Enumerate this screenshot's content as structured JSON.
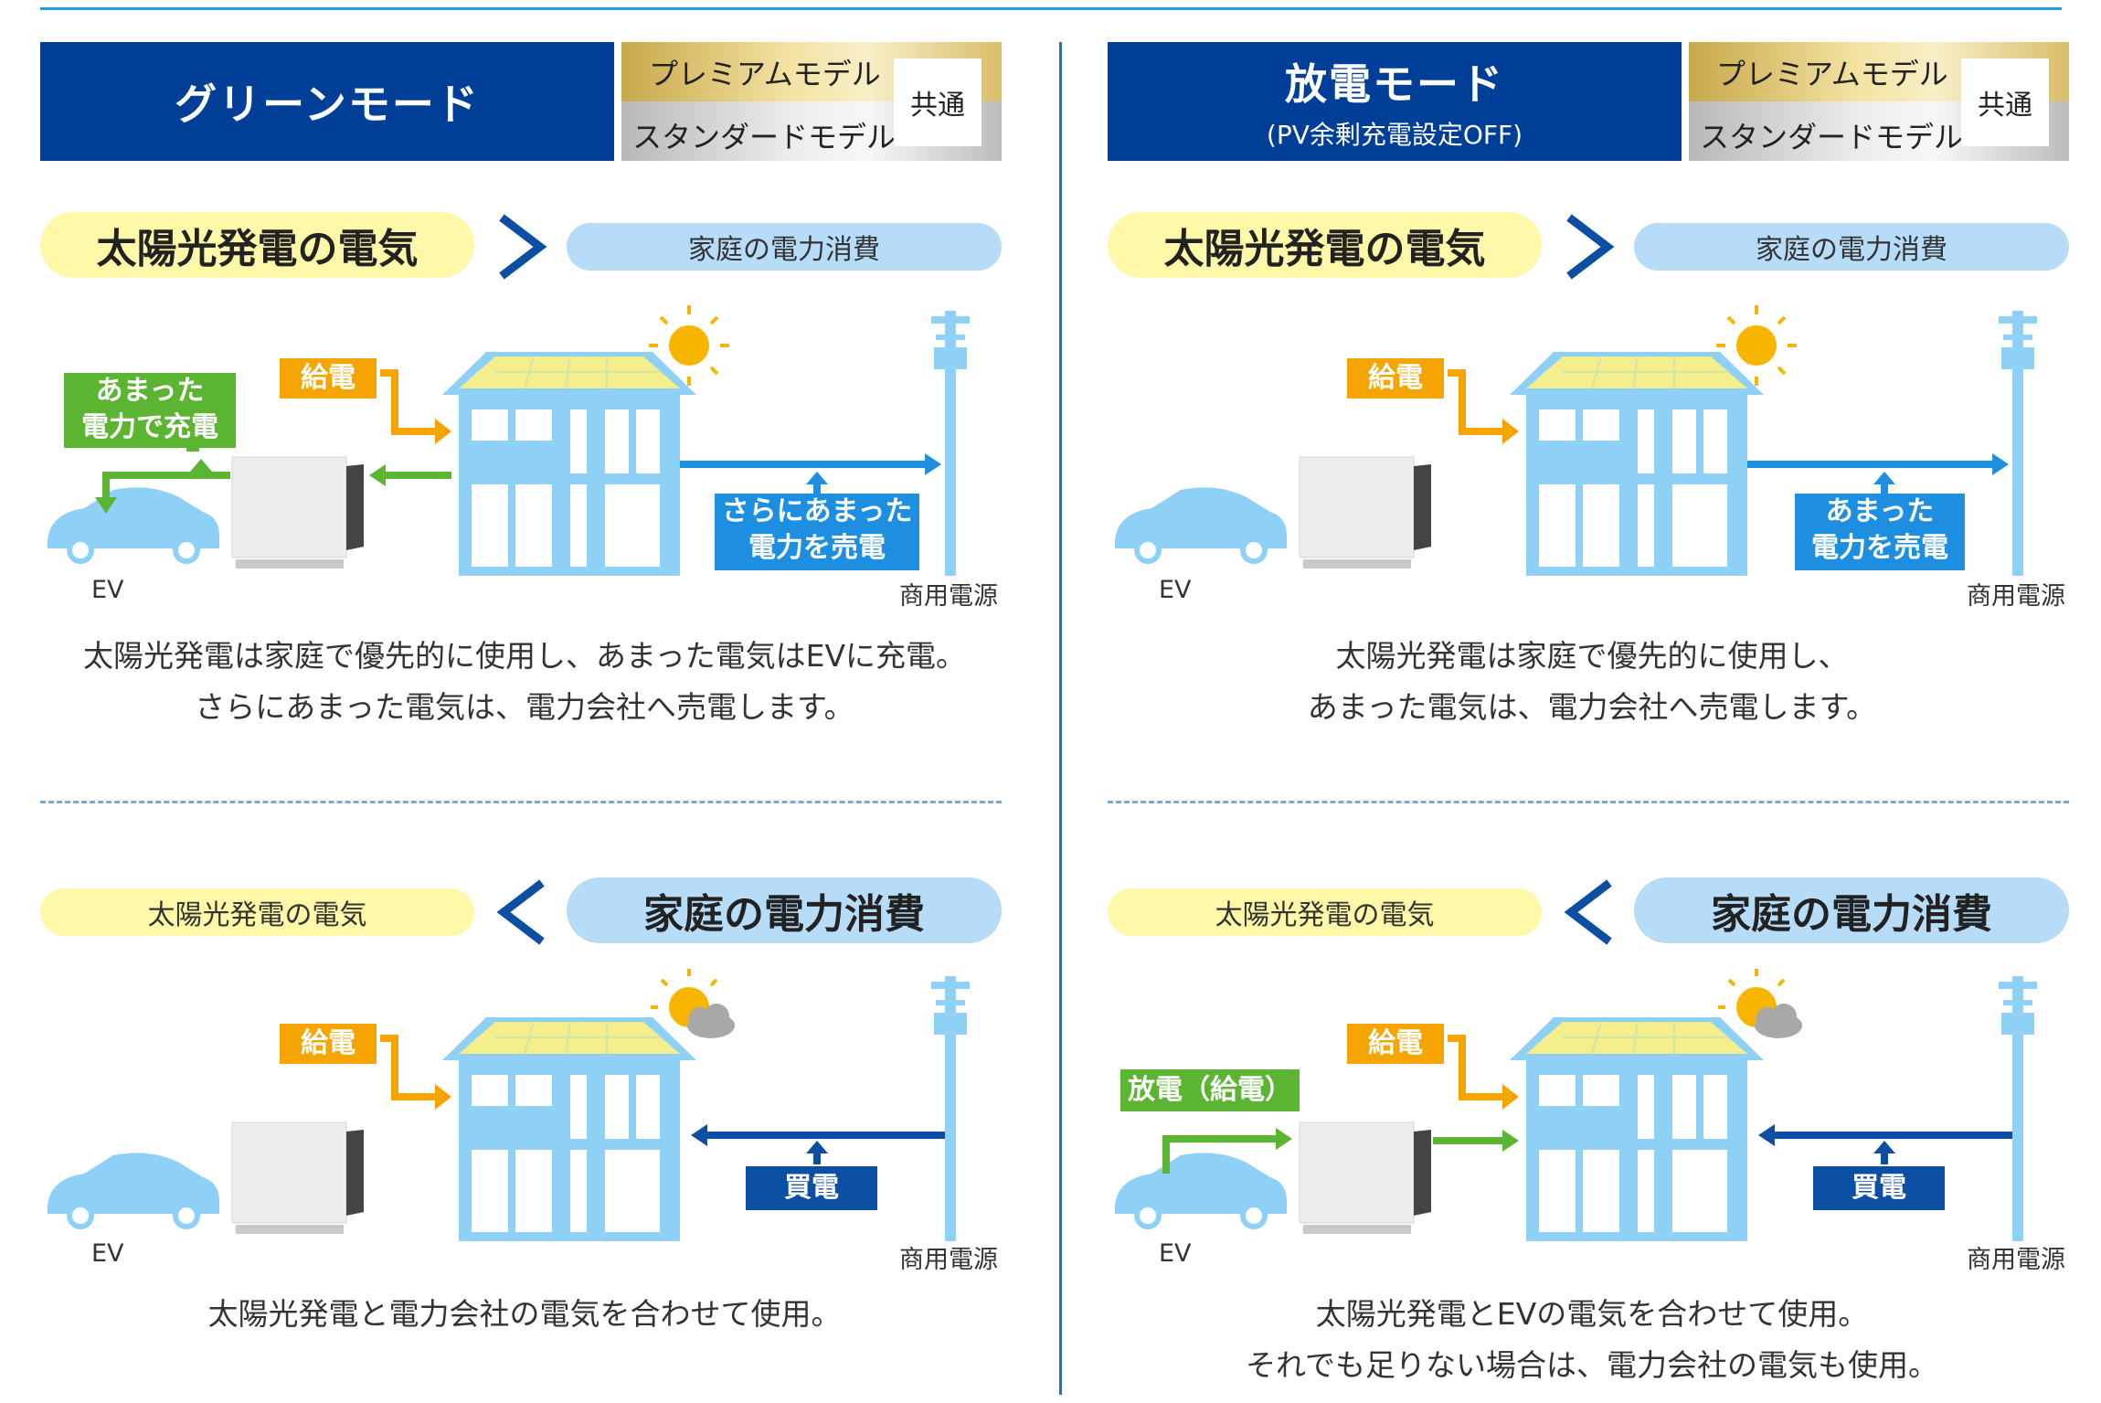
{
  "left": {
    "header": {
      "mode_title": "グリーンモード",
      "mode_sub": "",
      "premium": "プレミアムモデル",
      "standard": "スタンダードモデル",
      "common": "共通"
    },
    "top": {
      "solar_pill": "太陽光発電の電気",
      "home_pill": "家庭の電力消費",
      "tags": {
        "feed": "給電",
        "ev_charge_1": "あまった",
        "ev_charge_2": "電力で充電",
        "sell_1": "さらにあまった",
        "sell_2": "電力を売電"
      },
      "ev_label": "EV",
      "grid_label": "商用電源",
      "desc_1": "太陽光発電は家庭で優先的に使用し、あまった電気はEVに充電。",
      "desc_2": "さらにあまった電気は、電力会社へ売電します。"
    },
    "bottom": {
      "solar_pill": "太陽光発電の電気",
      "home_pill": "家庭の電力消費",
      "tags": {
        "feed": "給電",
        "buy": "買電"
      },
      "ev_label": "EV",
      "grid_label": "商用電源",
      "desc_1": "太陽光発電と電力会社の電気を合わせて使用。",
      "desc_2": ""
    }
  },
  "right": {
    "header": {
      "mode_title": "放電モード",
      "mode_sub": "(PV余剰充電設定OFF)",
      "premium": "プレミアムモデル",
      "standard": "スタンダードモデル",
      "common": "共通"
    },
    "top": {
      "solar_pill": "太陽光発電の電気",
      "home_pill": "家庭の電力消費",
      "tags": {
        "feed": "給電",
        "sell_1": "あまった",
        "sell_2": "電力を売電"
      },
      "ev_label": "EV",
      "grid_label": "商用電源",
      "desc_1": "太陽光発電は家庭で優先的に使用し、",
      "desc_2": "あまった電気は、電力会社へ売電します。"
    },
    "bottom": {
      "solar_pill": "太陽光発電の電気",
      "home_pill": "家庭の電力消費",
      "tags": {
        "feed": "給電",
        "discharge": "放電（給電）",
        "buy": "買電"
      },
      "ev_label": "EV",
      "grid_label": "商用電源",
      "desc_1": "太陽光発電とEVの電気を合わせて使用。",
      "desc_2": "それでも足りない場合は、電力会社の電気も使用。"
    }
  },
  "colors": {
    "navy": "#003f98",
    "orange": "#f5a400",
    "green": "#5bb532",
    "blue": "#1e8fe0",
    "dark_blue": "#0b4ea2",
    "house": "#8fd1f6",
    "solar_yellow": "#fef8a8",
    "home_blue": "#b6dcf7"
  }
}
